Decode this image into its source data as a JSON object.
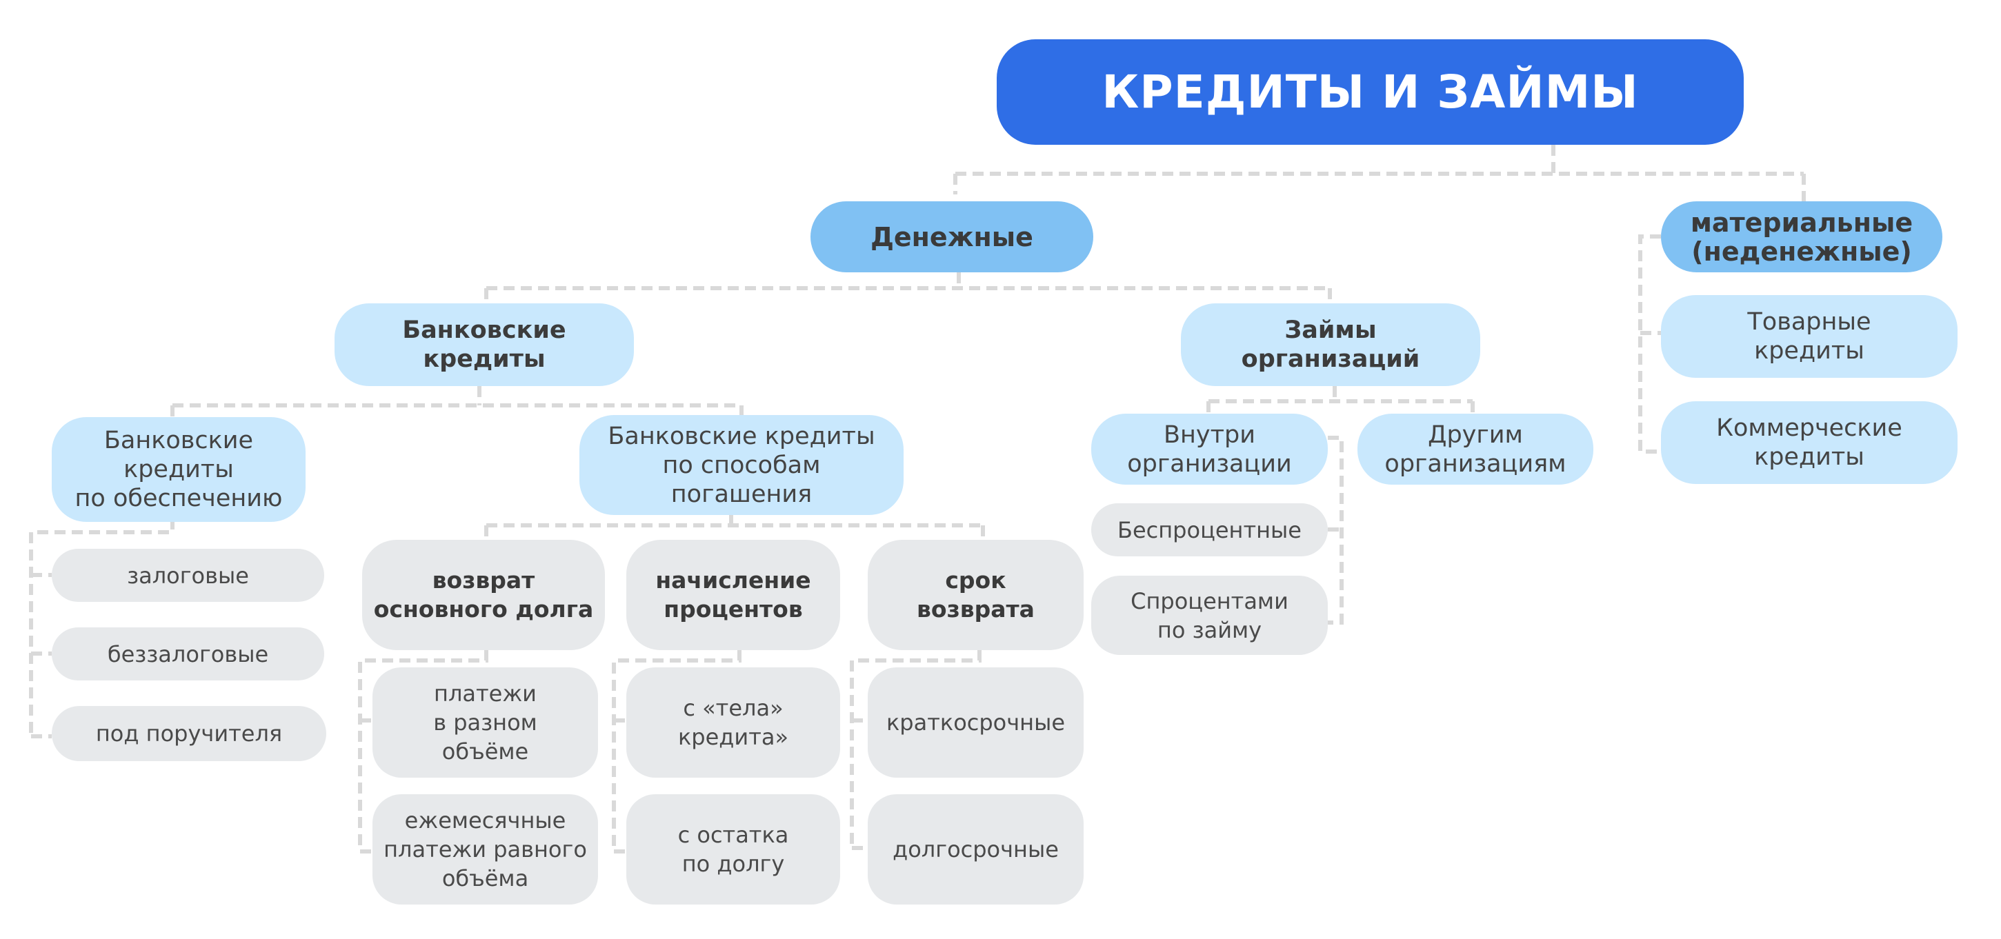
{
  "root": {
    "title": "КРЕДИТЫ И ЗАЙМЫ"
  },
  "monetary": {
    "title": "Денежные",
    "bank_credits": {
      "title": "Банковские\nкредиты",
      "by_security": {
        "title": "Банковские\nкредиты\nпо обеспечению",
        "items": [
          "залоговые",
          "беззалоговые",
          "под поручителя"
        ]
      },
      "by_repayment": {
        "title": "Банковские кредиты\nпо способам\nпогашения",
        "principal": {
          "title": "возврат\nосновного долга",
          "items": [
            "платежи\nв разном\nобъёме",
            "ежемесячные\nплатежи равного\nобъёма"
          ]
        },
        "interest": {
          "title": "начисление\nпроцентов",
          "items": [
            "с «тела»\nкредита»",
            "с остатка\nпо долгу"
          ]
        },
        "term": {
          "title": "срок\nвозврата",
          "items": [
            "краткосрочные",
            "долгосрочные"
          ]
        }
      }
    },
    "org_loans": {
      "title": "Займы\nорганизаций",
      "internal": {
        "title": "Внутри\nорганизации",
        "items": [
          "Беспроцентные",
          "Спроцентами\nпо займу"
        ]
      },
      "external": {
        "title": "Другим\nорганизациям"
      }
    }
  },
  "material": {
    "title": "материальные\n(неденежные)",
    "items": [
      "Товарные\nкредиты",
      "Коммерческие\nкредиты"
    ]
  }
}
